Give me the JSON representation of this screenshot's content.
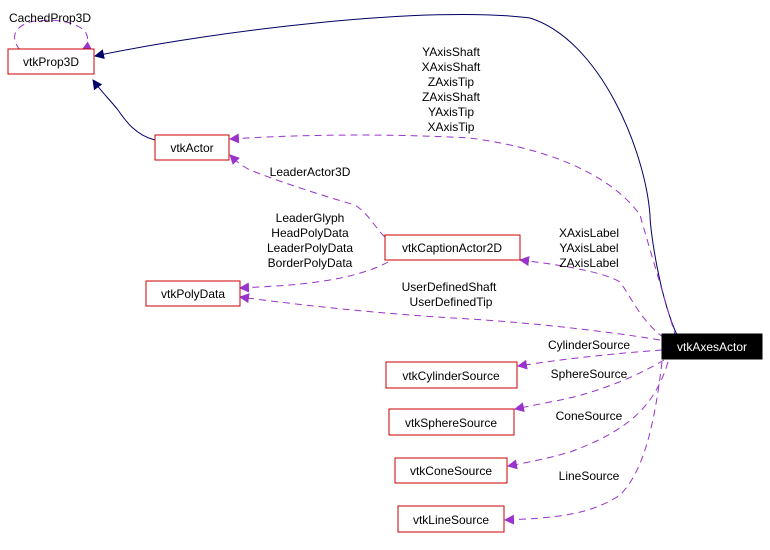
{
  "nodes": {
    "prop3d": "vtkProp3D",
    "actor": "vtkActor",
    "polydata": "vtkPolyData",
    "caption": "vtkCaptionActor2D",
    "axes": "vtkAxesActor",
    "cylinder": "vtkCylinderSource",
    "sphere": "vtkSphereSource",
    "cone": "vtkConeSource",
    "line": "vtkLineSource"
  },
  "edge_labels": {
    "self_prop3d": [
      "CachedProp3D"
    ],
    "actor_from_axes": [
      "YAxisShaft",
      "XAxisShaft",
      "ZAxisTip",
      "ZAxisShaft",
      "YAxisTip",
      "XAxisTip"
    ],
    "actor_from_caption": [
      "LeaderActor3D"
    ],
    "polydata_from_caption": [
      "LeaderGlyph",
      "HeadPolyData",
      "LeaderPolyData",
      "BorderPolyData"
    ],
    "caption_from_axes": [
      "XAxisLabel",
      "YAxisLabel",
      "ZAxisLabel"
    ],
    "polydata_from_axes": [
      "UserDefinedShaft",
      "UserDefinedTip"
    ],
    "cylinder_from_axes": [
      "CylinderSource"
    ],
    "sphere_from_axes": [
      "SphereSource"
    ],
    "cone_from_axes": [
      "ConeSource"
    ],
    "line_from_axes": [
      "LineSource"
    ]
  },
  "colors": {
    "node_border": "#cc0000",
    "root_fill": "#000000",
    "inheritance_edge": "#000066",
    "usage_edge": "#9933cc"
  }
}
